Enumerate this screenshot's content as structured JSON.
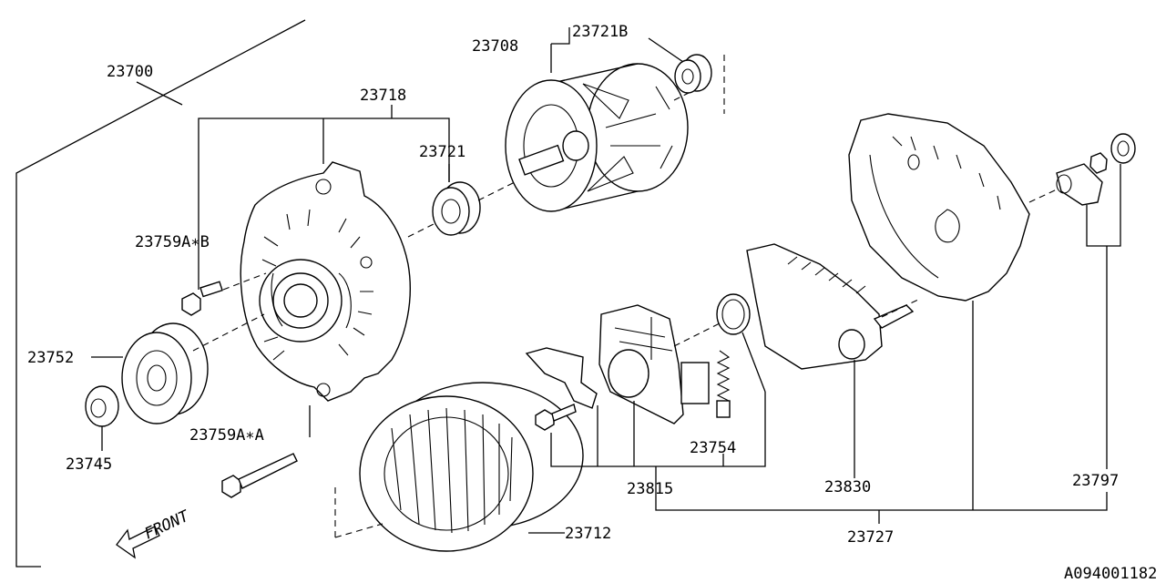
{
  "labels": {
    "assembly": "23700",
    "front_cover": "23718",
    "rotor": "23708",
    "rotor_bearing": "23721B",
    "bearing": "23721",
    "bolt_b": "23759A∗B",
    "bolt_a": "23759A∗A",
    "pulley": "23752",
    "nut": "23745",
    "stator": "23712",
    "brush": "23754",
    "regulator": "23815",
    "rectifier": "23830",
    "rear_cover": "23727",
    "terminal": "23797",
    "front_mark": "FRONT",
    "ref_code": "A094001182"
  }
}
